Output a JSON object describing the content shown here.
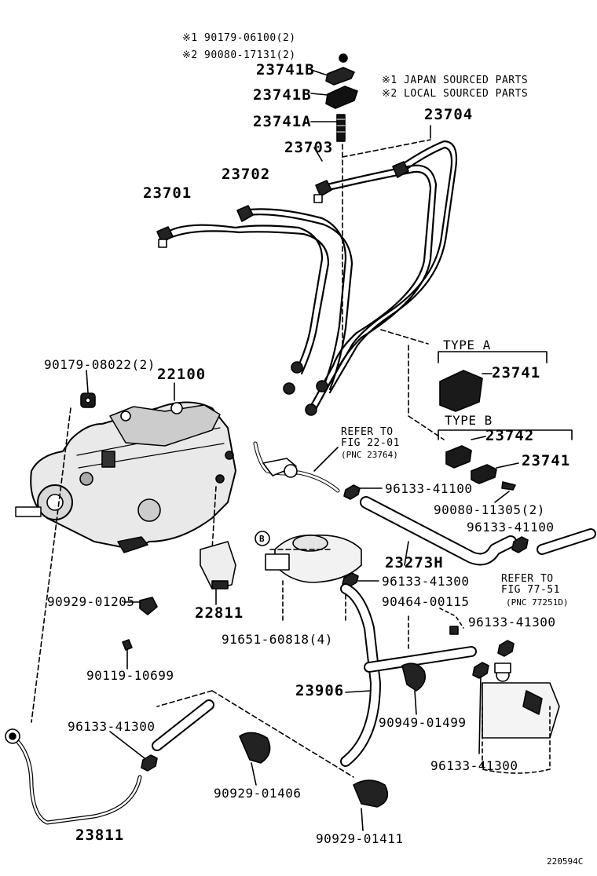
{
  "legend": {
    "note1": "※1 JAPAN SOURCED PARTS",
    "note2": "※2 LOCAL SOURCED PARTS"
  },
  "labels": {
    "p90179_06100": "※1 90179-06100(2)",
    "p90080_17131": "※2 90080-17131(2)",
    "p23741b_1": "23741B",
    "p23741b_2": "23741B",
    "p23741a": "23741A",
    "p23704": "23704",
    "p23703": "23703",
    "p23702": "23702",
    "p23701": "23701",
    "type_a": "TYPE A",
    "p23741_a": "23741",
    "type_b": "TYPE B",
    "p23742": "23742",
    "p23741_b": "23741",
    "p90179_08022": "90179-08022(2)",
    "p22100": "22100",
    "refer1_l1": "REFER TO",
    "refer1_l2": "FIG 22-01",
    "refer1_l3": "(PNC 23764)",
    "p96133_41100_a": "96133-41100",
    "p90080_11305": "90080-11305(2)",
    "p96133_41100_b": "96133-41100",
    "p23273h": "23273H",
    "refer2_l1": "REFER TO",
    "refer2_l2": "FIG 77-51",
    "refer2_l3": "(PNC 77251D)",
    "p96133_41300_a": "96133-41300",
    "p90464_00115": "90464-00115",
    "p96133_41300_b": "96133-41300",
    "p90929_01205": "90929-01205",
    "p22811": "22811",
    "p91651_60818": "91651-60818(4)",
    "p90119_10699": "90119-10699",
    "p23906": "23906",
    "p90949_01499": "90949-01499",
    "p96133_41300_c": "96133-41300",
    "p96133_41300_d": "96133-41300",
    "p90929_01406": "90929-01406",
    "p23811": "23811",
    "p90929_01411": "90929-01411",
    "callout_b": "B",
    "figure_code": "220594C"
  }
}
